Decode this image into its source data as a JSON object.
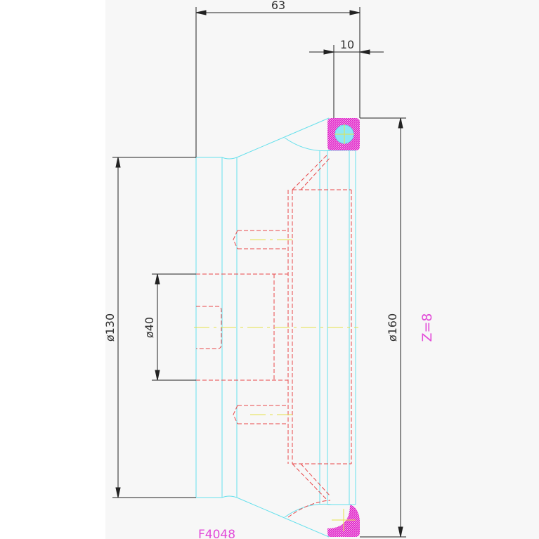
{
  "part_label": "F4048",
  "note": "Z=8",
  "dimensions": {
    "top_width": "63",
    "flange_width": "10",
    "left_diameter": "ø130",
    "inner_diameter": "ø40",
    "right_diameter": "ø160"
  },
  "colors": {
    "paper": "#f7f7f7",
    "outline": "#66e0ec",
    "hidden": "#e8474a",
    "center": "#e6e24a",
    "dimension": "#222222",
    "weld": "#e020c8",
    "label": "#e24ad8"
  }
}
